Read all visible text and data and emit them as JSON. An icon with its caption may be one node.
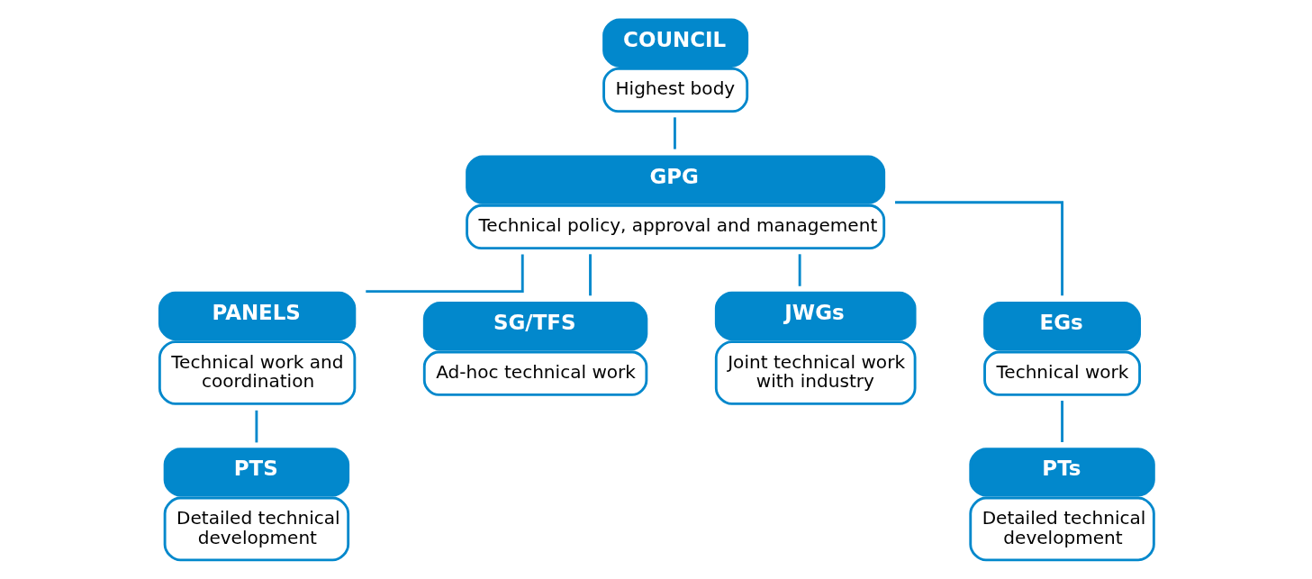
{
  "diagram": {
    "nodes": [
      {
        "text": [
          "COUNCIL",
          "Highest body"
        ]
      },
      {
        "text": [
          "GPG",
          "Technical policy, approval and management"
        ]
      },
      {
        "text": [
          "PANELS",
          "Technical work and coordination"
        ]
      },
      {
        "text": [
          "SG/TFS",
          "Ad-hoc technical work"
        ]
      },
      {
        "text": [
          "JWGs",
          "Joint technical work with industry"
        ]
      },
      {
        "text": [
          "EGs",
          "Technical work"
        ]
      },
      {
        "text": [
          "PTS",
          "Detailed technical development"
        ]
      },
      {
        "text": [
          "PTs",
          "Detailed technical development"
        ]
      }
    ],
    "edges": [
      {
        "from": 0,
        "to": 1,
        "arrow": "none"
      },
      {
        "from": 1,
        "to": 2,
        "arrow": "none"
      },
      {
        "from": 1,
        "to": 3,
        "arrow": "none"
      },
      {
        "from": 1,
        "to": 4,
        "arrow": "none"
      },
      {
        "from": 1,
        "to": 5,
        "arrow": "none"
      },
      {
        "from": 2,
        "to": 6,
        "arrow": "none"
      },
      {
        "from": 5,
        "to": 7,
        "arrow": "none"
      }
    ]
  }
}
